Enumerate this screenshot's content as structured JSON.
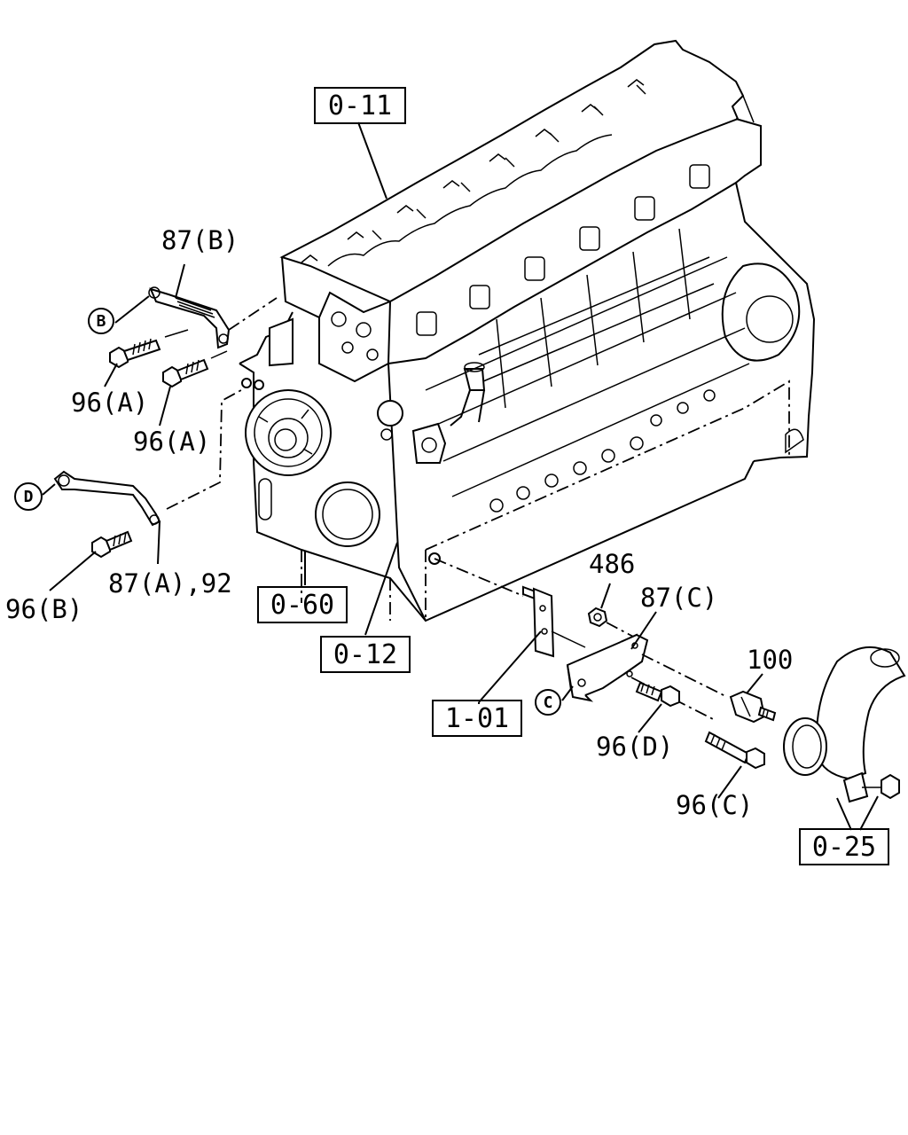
{
  "ref_boxes": {
    "r011": "0-11",
    "r060": "0-60",
    "r012": "0-12",
    "r101": "1-01",
    "r025": "0-25"
  },
  "part_labels": {
    "p87b": "87(B)",
    "p96a_1": "96(A)",
    "p96a_2": "96(A)",
    "p87a92": "87(A),92",
    "p96b": "96(B)",
    "p486": "486",
    "p87c": "87(C)",
    "p100": "100",
    "p96d": "96(D)",
    "p96c": "96(C)"
  },
  "circle_markers": {
    "b": "B",
    "d": "D",
    "c": "C"
  }
}
